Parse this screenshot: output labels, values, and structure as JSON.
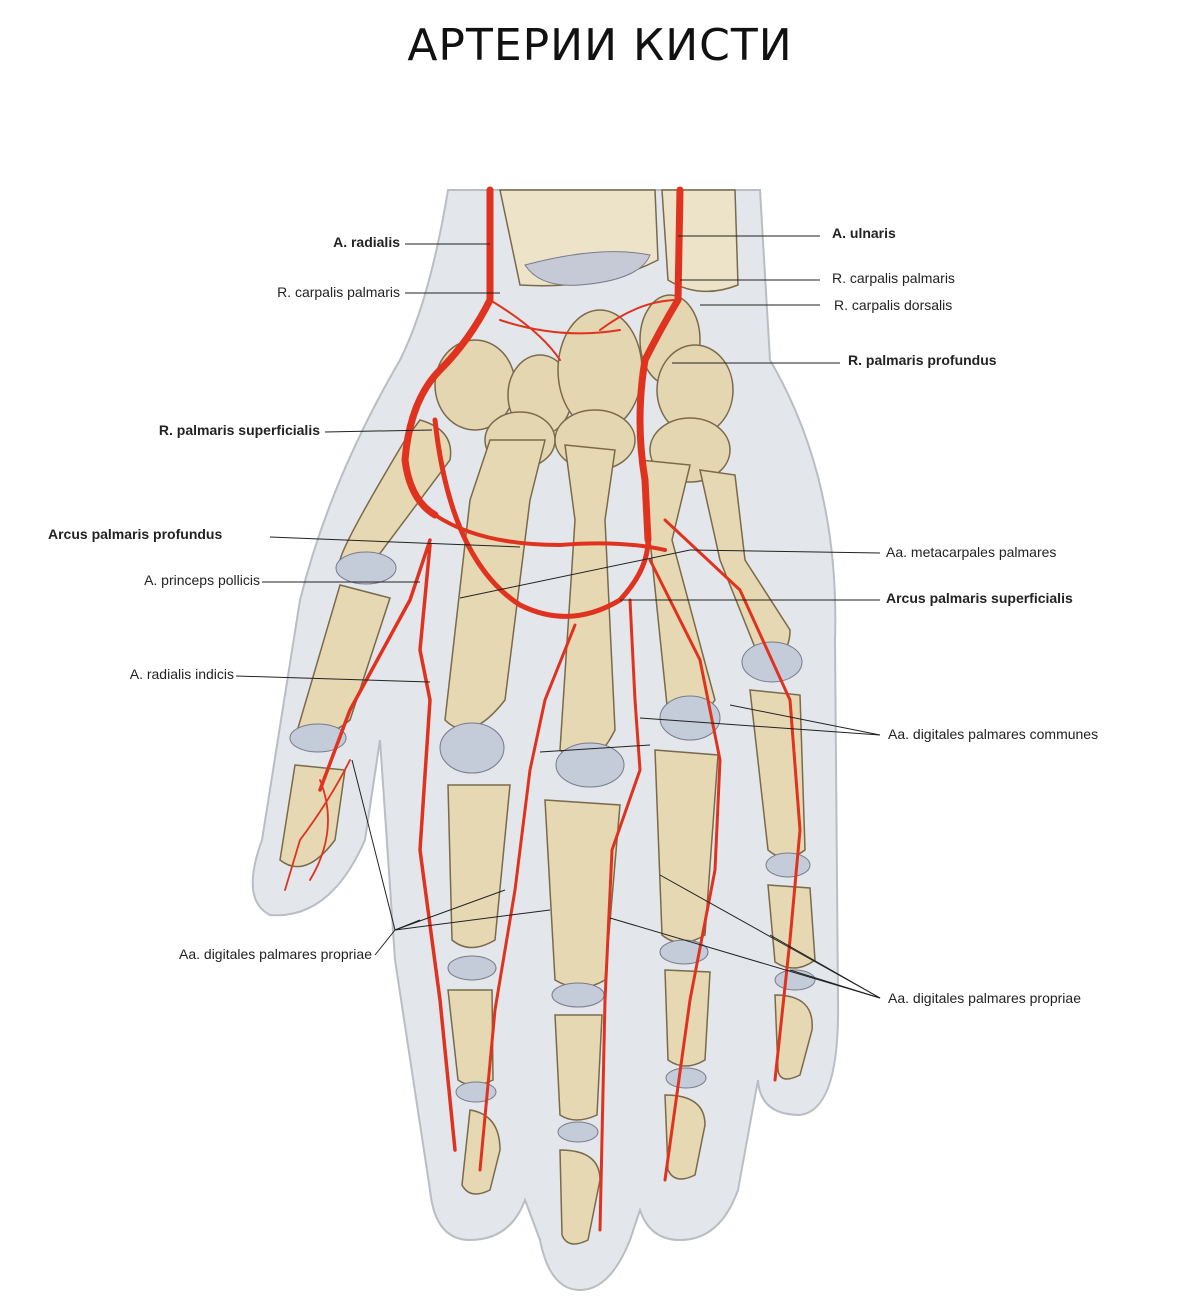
{
  "title": "АРТЕРИИ КИСТИ",
  "labels": {
    "a_radialis": "A. radialis",
    "r_carpalis_palmaris_left": "R. carpalis palmaris",
    "r_palmaris_superficialis": "R. palmaris superficialis",
    "arcus_palmaris_profundus": "Arcus palmaris profundus",
    "a_princeps_pollicis": "A. princeps pollicis",
    "a_radialis_indicis": "A. radialis indicis",
    "aa_digitales_propriae_left": "Aa. digitales palmares propriae",
    "a_ulnaris": "A. ulnaris",
    "r_carpalis_palmaris_right": "R. carpalis palmaris",
    "r_carpalis_dorsalis": "R. carpalis dorsalis",
    "r_palmaris_profundus": "R. palmaris profundus",
    "aa_metacarpales_palmares": "Aa. metacarpales palmares",
    "arcus_palmaris_superficialis": "Arcus palmaris superficialis",
    "aa_digitales_communes": "Aa. digitales palmares communes",
    "aa_digitales_propriae_right": "Aa. digitales palmares propriae"
  }
}
